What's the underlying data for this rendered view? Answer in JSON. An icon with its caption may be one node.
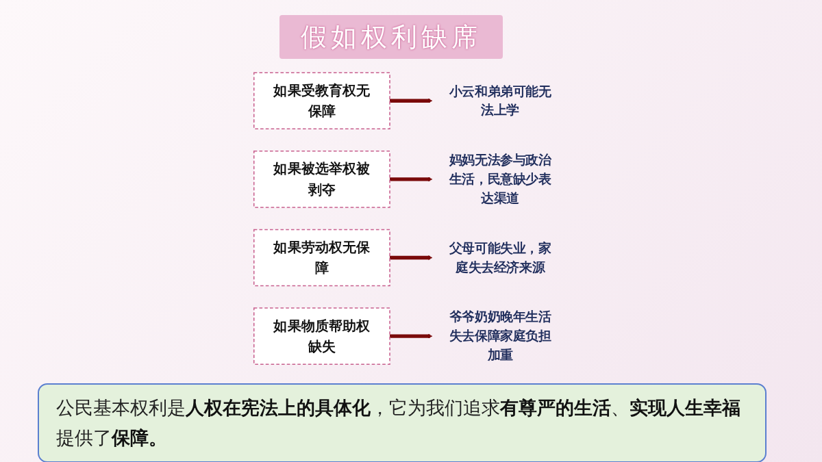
{
  "diagram": {
    "title": "假如权利缺席",
    "nodes": [
      {
        "text": [
          "如果受教育权无保障"
        ]
      },
      {
        "text": [
          "如果被选举权被剥夺"
        ]
      },
      {
        "text": [
          "如果劳动权无保障"
        ]
      },
      {
        "text": [
          "如果物质帮助权缺失"
        ]
      },
      {
        "text": [
          "小云和弟弟可能无法上学"
        ]
      },
      {
        "text": [
          "妈妈无法参与政治生活，民意缺少表达渠道"
        ]
      },
      {
        "text": [
          "父母可能失业，家庭失去经济来源"
        ]
      },
      {
        "text": [
          "爷爷奶奶晚年生活失去保障家庭负担加重"
        ]
      }
    ],
    "edges": [
      {
        "from": 0,
        "to": 4,
        "arrow": "to"
      },
      {
        "from": 1,
        "to": 5,
        "arrow": "to"
      },
      {
        "from": 2,
        "to": 6,
        "arrow": "to"
      },
      {
        "from": 3,
        "to": 7,
        "arrow": "to"
      }
    ],
    "labels": [
      "公民基本权利是**人权在宪法上的具体化**，它为我们追求**有尊严的生活**、**实现人生幸福**提供了**保障。**"
    ]
  }
}
